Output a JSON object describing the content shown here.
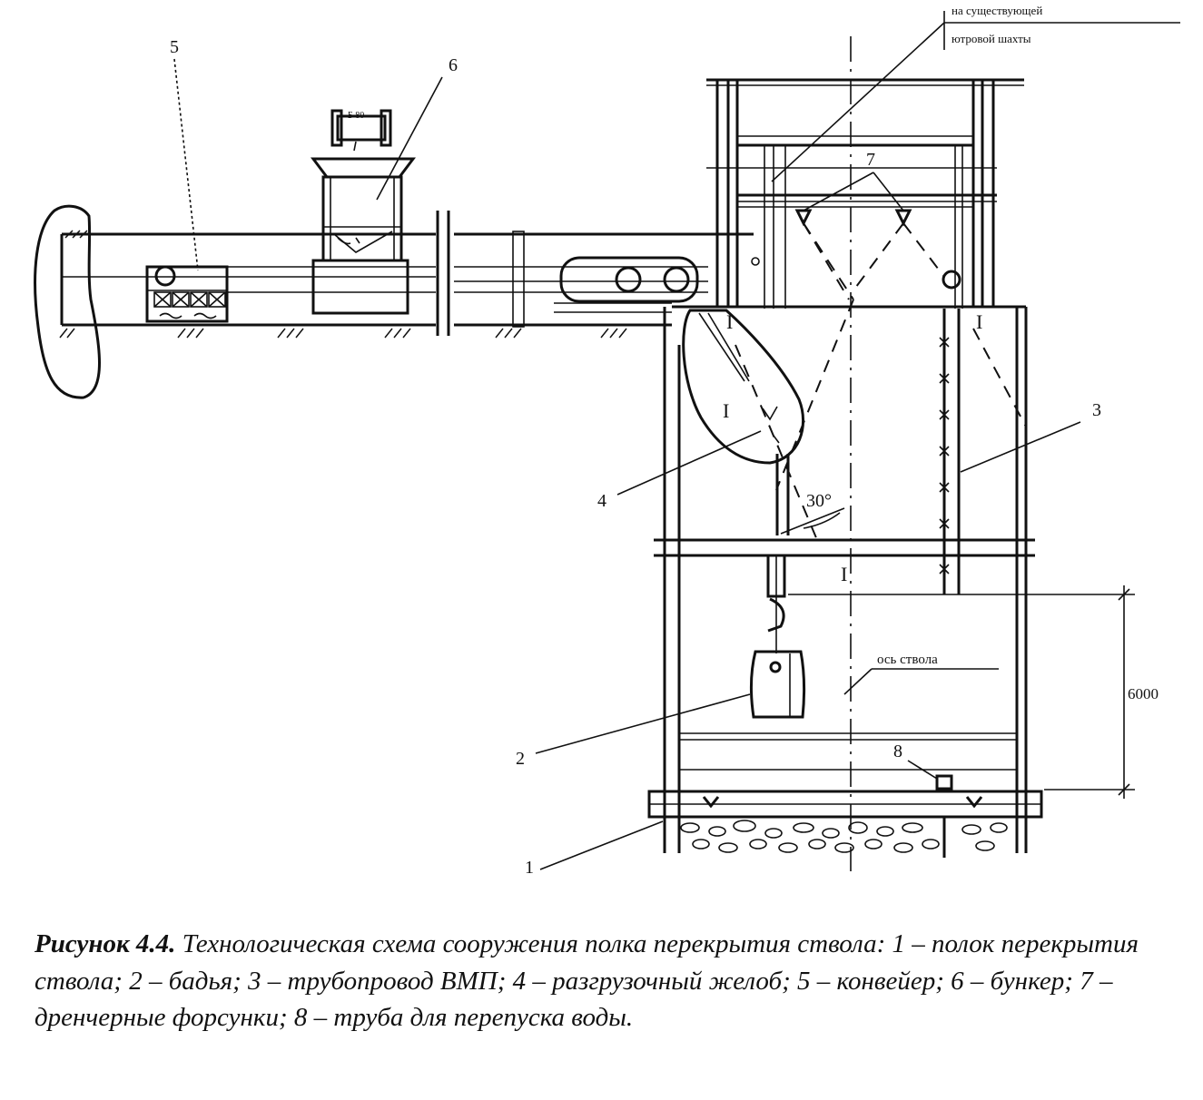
{
  "diagram": {
    "top_note": {
      "line1": "на существующей",
      "line2": "ютровой шахты"
    },
    "labels": {
      "n1": "1",
      "n2": "2",
      "n3": "3",
      "n4": "4",
      "n5": "5",
      "n6": "6",
      "n7": "7",
      "n8": "8"
    },
    "section_marks": [
      "I",
      "I",
      "I",
      "I"
    ],
    "angle": "30°",
    "dimension": "6000",
    "axis_label": "ось ствола",
    "bucket_tag": "Б 80"
  },
  "caption": {
    "figure_label": "Рисунок 4.4.",
    "text": "Технологическая схема сооружения полка перекрытия ствола: 1 – полок перекрытия ствола; 2 – бадья; 3 – трубопровод ВМП; 4 – разгрузочный желоб; 5 – конвейер; 6 – бункер; 7 – дренчерные форсунки; 8 – труба для перепуска воды."
  }
}
